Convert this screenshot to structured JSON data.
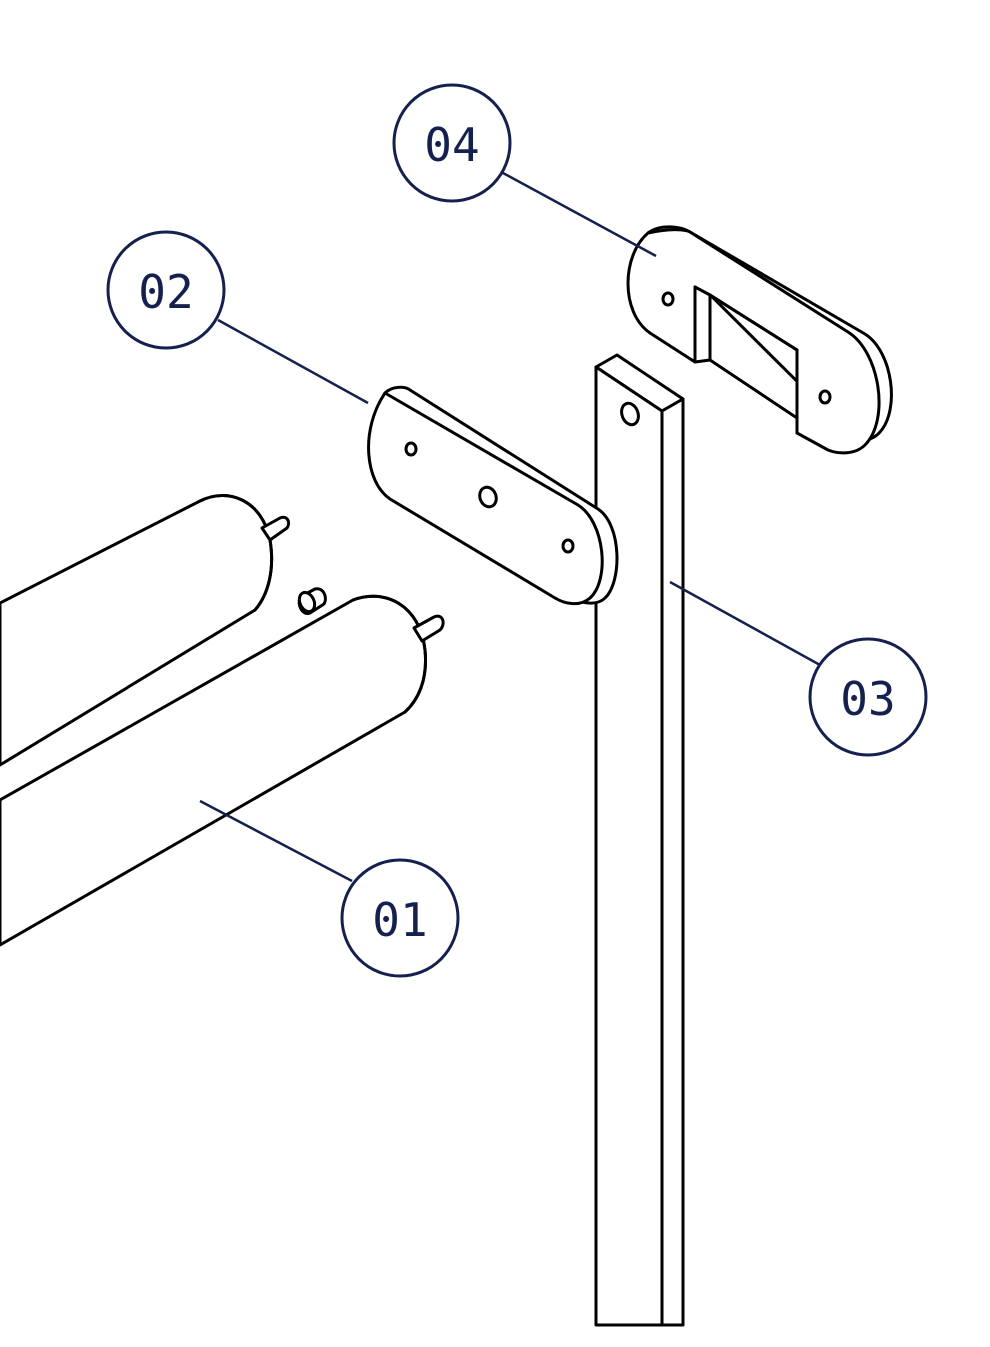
{
  "colors": {
    "line": "#000000",
    "callout": "#15204f",
    "background": "#ffffff"
  },
  "callouts": [
    {
      "id": "01",
      "label": "01"
    },
    {
      "id": "02",
      "label": "02"
    },
    {
      "id": "03",
      "label": "03"
    },
    {
      "id": "04",
      "label": "04"
    }
  ]
}
